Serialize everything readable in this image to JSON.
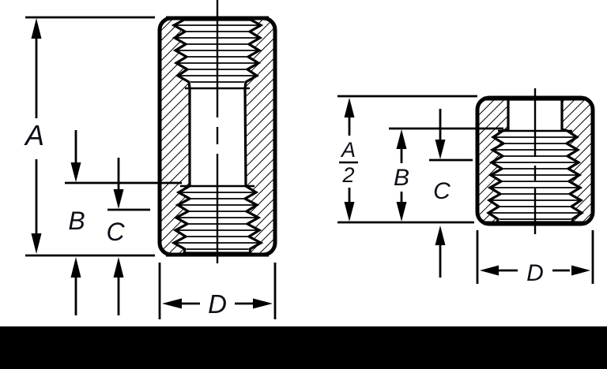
{
  "drawing": {
    "name": "threaded-fitting-dimension-drawing",
    "colors": {
      "ink": "#000000",
      "label_ink": "#0d0d16",
      "background": "#ffffff",
      "bottom_bar": "#000000"
    }
  },
  "left_figure": {
    "name": "full-coupling-section-view",
    "labels": {
      "overall_length": "A",
      "thread_depth_b": "B",
      "thread_depth_c": "C",
      "outer_diameter": "D"
    }
  },
  "right_figure": {
    "name": "cap-section-view",
    "labels": {
      "half_length_numerator": "A",
      "half_length_denominator": "2",
      "thread_depth_b": "B",
      "thread_depth_c": "C",
      "outer_diameter": "D"
    }
  }
}
